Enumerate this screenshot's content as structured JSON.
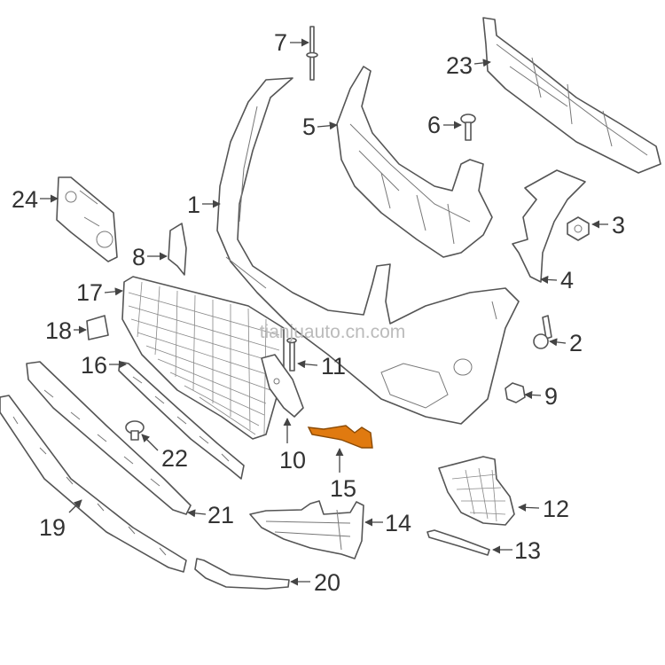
{
  "watermark": "tianjuauto.cn.com",
  "highlight_color": "#e07a10",
  "callouts": [
    {
      "id": "1",
      "text": "1"
    },
    {
      "id": "2",
      "text": "2"
    },
    {
      "id": "3",
      "text": "3"
    },
    {
      "id": "4",
      "text": "4"
    },
    {
      "id": "5",
      "text": "5"
    },
    {
      "id": "6",
      "text": "6"
    },
    {
      "id": "7",
      "text": "7"
    },
    {
      "id": "8",
      "text": "8"
    },
    {
      "id": "9",
      "text": "9"
    },
    {
      "id": "10",
      "text": "10"
    },
    {
      "id": "11",
      "text": "11"
    },
    {
      "id": "12",
      "text": "12"
    },
    {
      "id": "13",
      "text": "13"
    },
    {
      "id": "14",
      "text": "14"
    },
    {
      "id": "15",
      "text": "15"
    },
    {
      "id": "16",
      "text": "16"
    },
    {
      "id": "17",
      "text": "17"
    },
    {
      "id": "18",
      "text": "18"
    },
    {
      "id": "19",
      "text": "19"
    },
    {
      "id": "20",
      "text": "20"
    },
    {
      "id": "21",
      "text": "21"
    },
    {
      "id": "22",
      "text": "22"
    },
    {
      "id": "23",
      "text": "23"
    },
    {
      "id": "24",
      "text": "24"
    }
  ]
}
